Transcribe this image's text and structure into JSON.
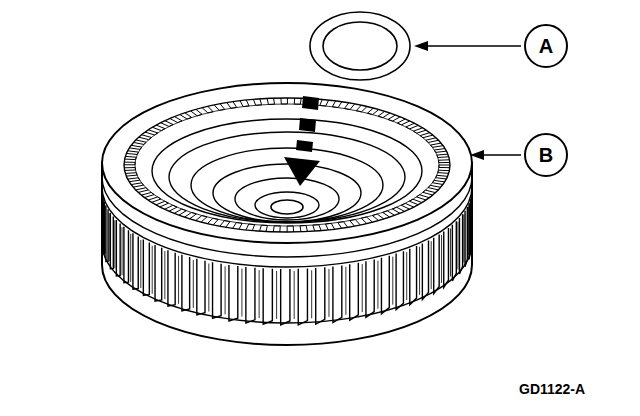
{
  "diagram": {
    "nodes": [
      {
        "text": [
          "A"
        ]
      },
      {
        "text": [
          "B"
        ]
      }
    ],
    "labels": [
      "GD1122-A"
    ]
  }
}
